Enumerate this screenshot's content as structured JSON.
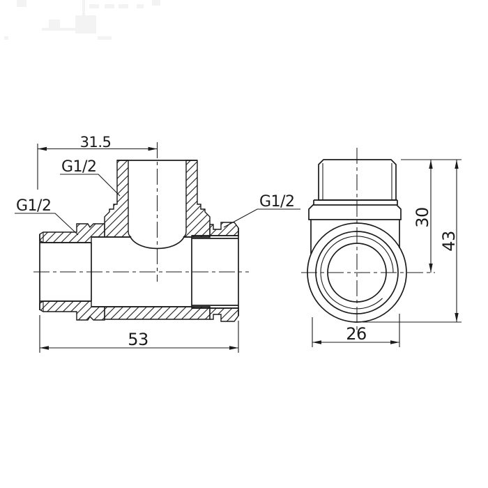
{
  "dimensions": {
    "branch_offset": "31.5",
    "overall_length": "53",
    "center_height": "30",
    "overall_height": "43",
    "body_width": "26"
  },
  "thread_labels": {
    "branch": "G1/2",
    "left_arm": "G1/2",
    "right_arm": "G1/2"
  },
  "colors": {
    "line": "#1b1b1b",
    "background": "#ffffff"
  }
}
